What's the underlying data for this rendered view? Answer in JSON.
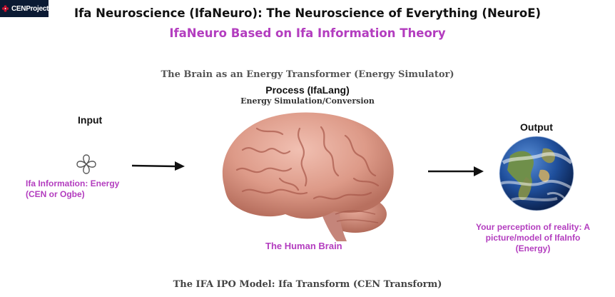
{
  "logo": {
    "text": "CENProject"
  },
  "header": {
    "title": "Ifa Neuroscience (IfaNeuro): The Neuroscience of Everything (NeuroE)",
    "subtitle": "IfaNeuro Based on Ifa Information Theory"
  },
  "diagram": {
    "heading": "The Brain as an Energy Transformer (Energy Simulator)",
    "process_label": "Process (IfaLang)",
    "process_sublabel": "Energy Simulation/Conversion",
    "input": {
      "label": "Input",
      "caption_line1": "Ifa Information: Energy",
      "caption_line2": "(CEN or Ogbe)",
      "icon": "cen-symbol-icon"
    },
    "brain": {
      "caption": "The Human Brain",
      "icon": "brain-icon"
    },
    "output": {
      "label": "Output",
      "caption_line1": "Your perception of reality: A",
      "caption_line2": "picture/model of IfaInfo",
      "caption_line3": "(Energy)",
      "icon": "globe-icon"
    },
    "footer": "The IFA IPO Model: Ifa Transform (CEN Transform)"
  },
  "colors": {
    "accent_purple": "#b33dbf",
    "logo_bg": "#0b1a33",
    "logo_mark": "#c8102e"
  }
}
